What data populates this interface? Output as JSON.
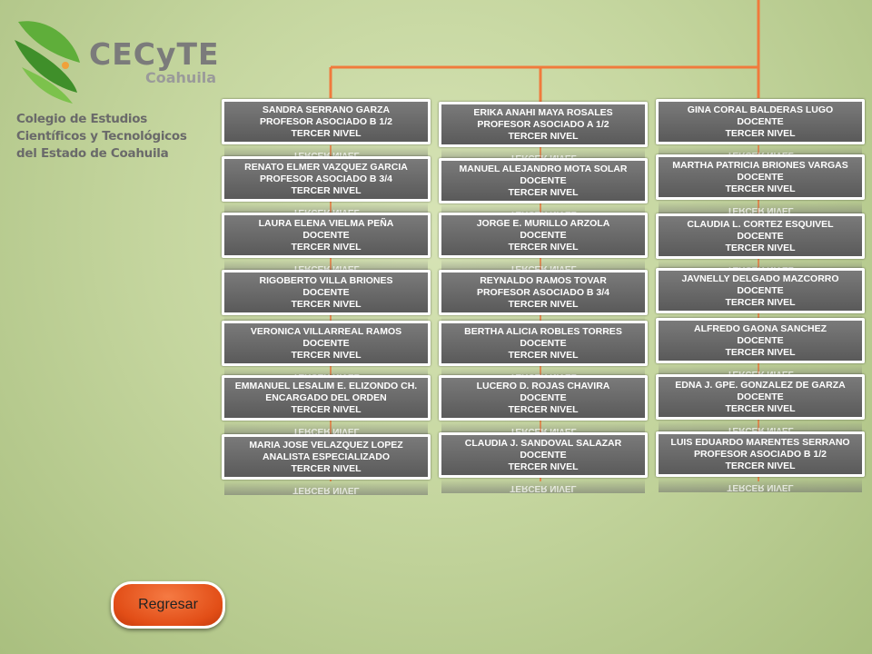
{
  "logo": {
    "brand": "CECyTE",
    "state": "Coahuila",
    "institution": "Colegio de Estudios Científicos y Tecnológicos del Estado de Coahuila"
  },
  "reflection_text": "TERCER NIVEL",
  "columns": [
    [
      {
        "name": "SANDRA SERRANO GARZA",
        "role": "PROFESOR ASOCIADO B 1/2",
        "level": "TERCER NIVEL"
      },
      {
        "name": "RENATO ELMER VAZQUEZ GARCIA",
        "role": "PROFESOR ASOCIADO B 3/4",
        "level": "TERCER NIVEL"
      },
      {
        "name": "LAURA ELENA VIELMA PEÑA",
        "role": "DOCENTE",
        "level": "TERCER NIVEL"
      },
      {
        "name": "RIGOBERTO VILLA BRIONES",
        "role": "DOCENTE",
        "level": "TERCER NIVEL"
      },
      {
        "name": "VERONICA VILLARREAL RAMOS",
        "role": "DOCENTE",
        "level": "TERCER NIVEL"
      },
      {
        "name": "EMMANUEL LESALIM E. ELIZONDO CH.",
        "role": "ENCARGADO DEL ORDEN",
        "level": "TERCER NIVEL"
      },
      {
        "name": "MARIA JOSE VELAZQUEZ LOPEZ",
        "role": "ANALISTA ESPECIALIZADO",
        "level": "TERCER NIVEL"
      }
    ],
    [
      {
        "name": "ERIKA ANAHI MAYA ROSALES",
        "role": "PROFESOR ASOCIADO A 1/2",
        "level": "TERCER NIVEL"
      },
      {
        "name": "MANUEL ALEJANDRO MOTA SOLAR",
        "role": "DOCENTE",
        "level": "TERCER NIVEL"
      },
      {
        "name": "JORGE E. MURILLO ARZOLA",
        "role": "DOCENTE",
        "level": "TERCER NIVEL"
      },
      {
        "name": "REYNALDO RAMOS TOVAR",
        "role": "PROFESOR ASOCIADO B 3/4",
        "level": "TERCER NIVEL"
      },
      {
        "name": "BERTHA ALICIA ROBLES TORRES",
        "role": "DOCENTE",
        "level": "TERCER NIVEL"
      },
      {
        "name": "LUCERO D. ROJAS CHAVIRA",
        "role": "DOCENTE",
        "level": "TERCER NIVEL"
      },
      {
        "name": "CLAUDIA J. SANDOVAL SALAZAR",
        "role": "DOCENTE",
        "level": "TERCER NIVEL"
      }
    ],
    [
      {
        "name": "GINA CORAL BALDERAS LUGO",
        "role": "DOCENTE",
        "level": "TERCER NIVEL"
      },
      {
        "name": "MARTHA PATRICIA BRIONES VARGAS",
        "role": "DOCENTE",
        "level": "TERCER NIVEL"
      },
      {
        "name": "CLAUDIA L. CORTEZ ESQUIVEL",
        "role": "DOCENTE",
        "level": "TERCER NIVEL"
      },
      {
        "name": "JAVNELLY DELGADO MAZCORRO",
        "role": "DOCENTE",
        "level": "TERCER NIVEL"
      },
      {
        "name": "ALFREDO GAONA SANCHEZ",
        "role": "DOCENTE",
        "level": "TERCER NIVEL"
      },
      {
        "name": "EDNA J. GPE. GONZALEZ DE GARZA",
        "role": "DOCENTE",
        "level": "TERCER NIVEL"
      },
      {
        "name": "LUIS EDUARDO MARENTES SERRANO",
        "role": "PROFESOR ASOCIADO B 1/2",
        "level": "TERCER NIVEL"
      }
    ]
  ],
  "back_button": {
    "label": "Regresar"
  },
  "colors": {
    "connector": "#f07a3c",
    "card": "#666666",
    "button": "#e85a22"
  }
}
